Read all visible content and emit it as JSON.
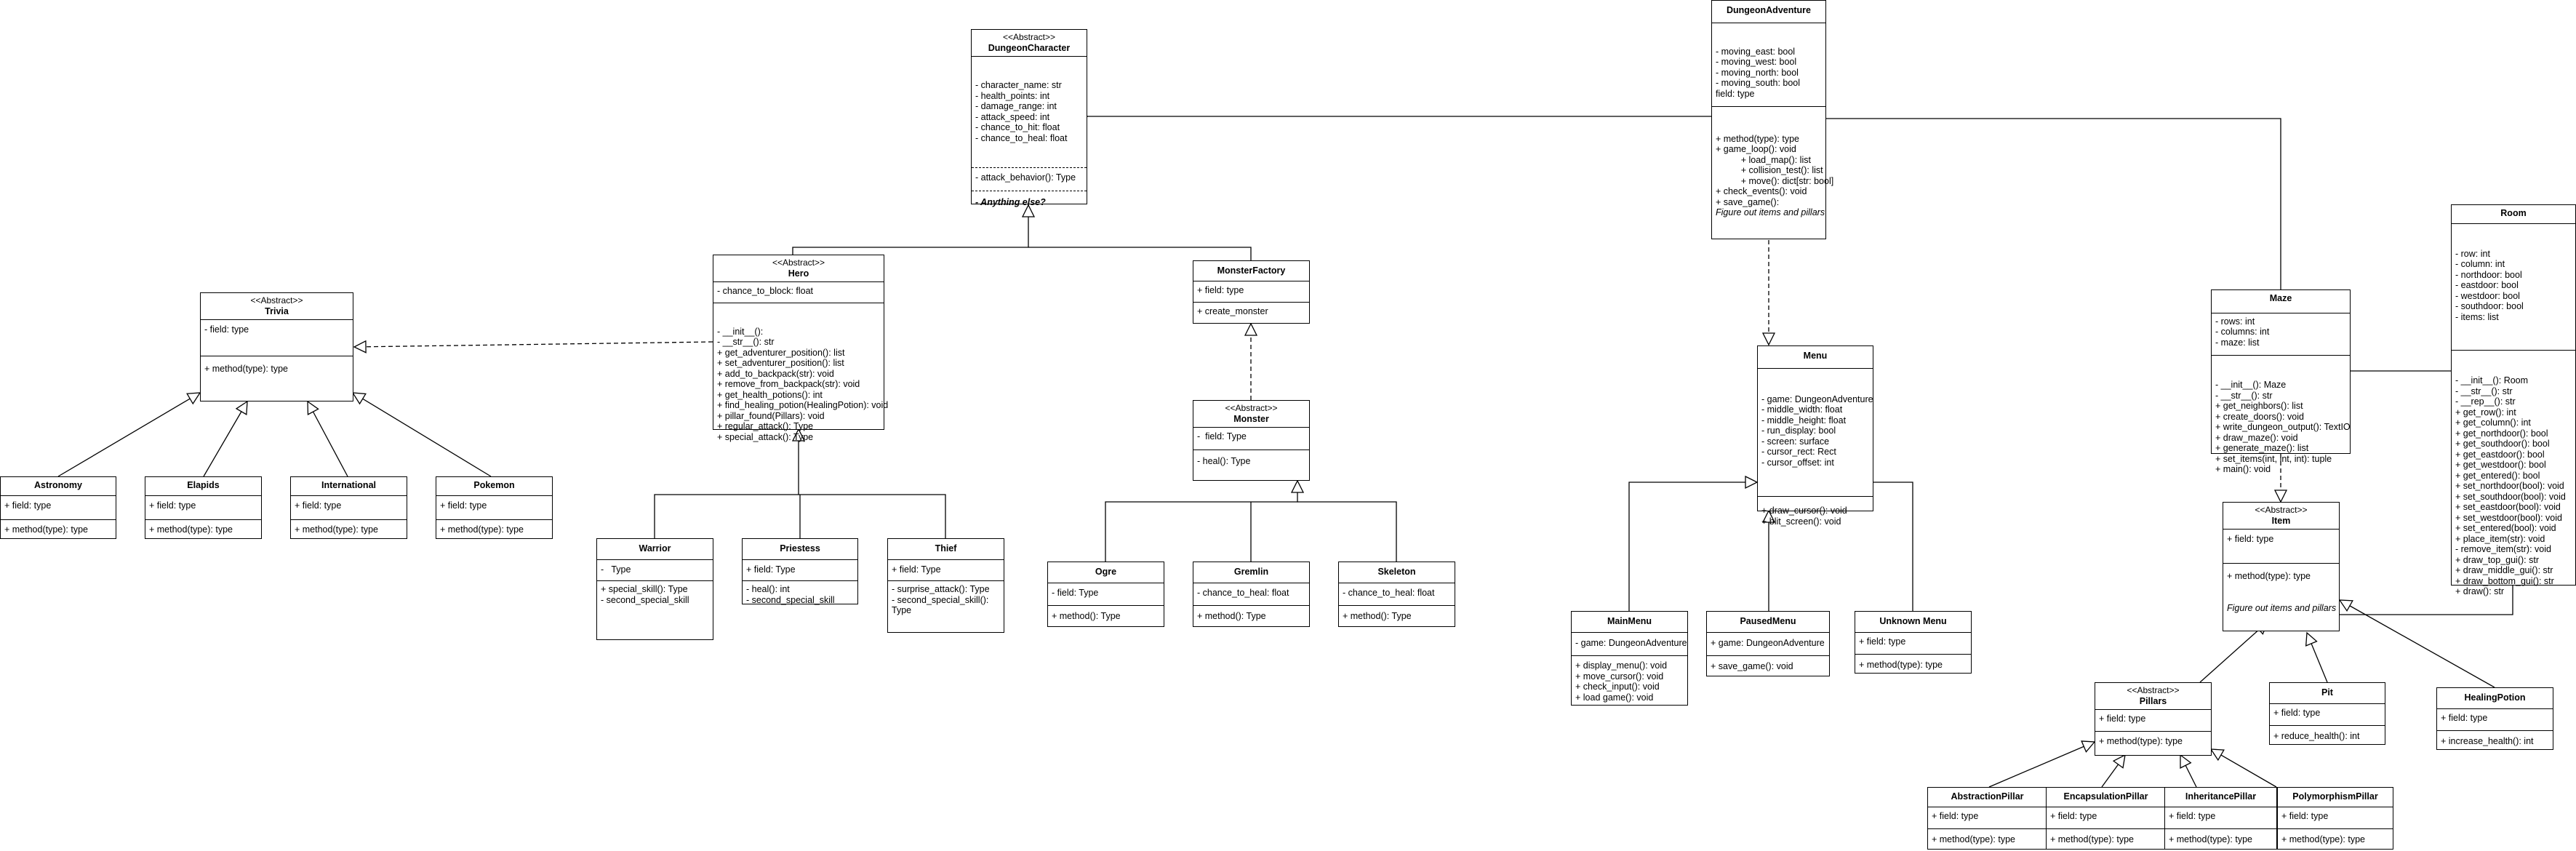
{
  "classes": {
    "dc": {
      "stereo": "<<Abstract>>",
      "name": "DungeonCharacter",
      "fields": [
        "- character_name: str",
        "- health_points: int",
        "- damage_range: int",
        "- attack_speed: int",
        "- chance_to_hit: float",
        "- chance_to_heal: float"
      ],
      "fields2": [
        "- attack_behavior(): Type"
      ],
      "notes": [
        "- Anything else?"
      ]
    },
    "adv": {
      "name": "DungeonAdventure",
      "fields": [
        "- moving_east: bool",
        "- moving_west: bool",
        "- moving_north: bool",
        "- moving_south: bool",
        "field: type"
      ],
      "methods": [
        "+ method(type): type",
        "+ game_loop(): void",
        "          + load_map(): list",
        "          + collision_test(): list",
        "          + move(): dict[str: bool]",
        "+ check_events(): void",
        "+ save_game():"
      ],
      "notes": [
        "Figure out items and pillars"
      ]
    },
    "trivia": {
      "stereo": "<<Abstract>>",
      "name": "Trivia",
      "fields": [
        "- field: type"
      ],
      "methods": [
        "+ method(type): type"
      ]
    },
    "hero": {
      "stereo": "<<Abstract>>",
      "name": "Hero",
      "fields": [
        "- chance_to_block: float"
      ],
      "methods": [
        "- __init__():",
        "- __str__(): str",
        "+ get_adventurer_position(): list",
        "+ set_adventurer_position(): list",
        "+ add_to_backpack(str): void",
        "+ remove_from_backpack(str): void",
        "+ get_health_potions(): int",
        "+ find_healing_potion(HealingPotion): void",
        "+ pillar_found(Pillars): void",
        "+ regular_attack(): Type",
        "+ special_attack(): Type"
      ]
    },
    "factory": {
      "name": "MonsterFactory",
      "fields": [
        "+ field: type"
      ],
      "methods": [
        "+ create_monster"
      ]
    },
    "monster": {
      "stereo": "<<Abstract>>",
      "name": "Monster",
      "fields": [
        "-  field: Type"
      ],
      "methods": [
        "- heal(): Type"
      ]
    },
    "menu": {
      "name": "Menu",
      "fields": [
        "- game: DungeonAdventure",
        "- middle_width: float",
        "- middle_height: float",
        "- run_display: bool",
        "- screen: surface",
        "- cursor_rect: Rect",
        "- cursor_offset: int"
      ],
      "methods": [
        "+ draw_cursor(): void",
        "+ blit_screen(): void"
      ]
    },
    "maze": {
      "name": "Maze",
      "fields": [
        "- rows: int",
        "- columns: int",
        "- maze: list"
      ],
      "methods": [
        "- __init__(): Maze",
        "- __str__(): str",
        "+ get_neighbors(): list",
        "+ create_doors(): void",
        "+ write_dungeon_output(): TextIO",
        "+ draw_maze(): void",
        "+ generate_maze(): list",
        "+ set_items(int, int, int): tuple",
        "+ main(): void"
      ]
    },
    "room": {
      "name": "Room",
      "fields": [
        "- row: int",
        "- column: int",
        "- northdoor: bool",
        "- eastdoor: bool",
        "- westdoor: bool",
        "- southdoor: bool",
        "- items: list"
      ],
      "methods": [
        "- __init__(): Room",
        "- __str__(): str",
        "- __rep__(): str",
        "+ get_row(): int",
        "+ get_column(): int",
        "+ get_northdoor(): bool",
        "+ get_southdoor(): bool",
        "+ get_eastdoor(): bool",
        "+ get_westdoor(): bool",
        "+ get_entered(): bool",
        "+ set_northdoor(bool): void",
        "+ set_southdoor(bool): void",
        "+ set_eastdoor(bool): void",
        "+ set_westdoor(bool): void",
        "+ set_entered(bool): void",
        "+ place_item(str): void",
        "- remove_item(str): void",
        "+ draw_top_gui(): str",
        "+ draw_middle_gui(): str",
        "+ draw_bottom_gui(): str",
        "+ draw(): str"
      ]
    },
    "astronomy": {
      "name": "Astronomy",
      "fields": [
        "+ field: type"
      ],
      "methods": [
        "+ method(type): type"
      ]
    },
    "elapids": {
      "name": "Elapids",
      "fields": [
        "+ field: type"
      ],
      "methods": [
        "+ method(type): type"
      ]
    },
    "international": {
      "name": "International",
      "fields": [
        "+ field: type"
      ],
      "methods": [
        "+ method(type): type"
      ]
    },
    "pokemon": {
      "name": "Pokemon",
      "fields": [
        "+ field: type"
      ],
      "methods": [
        "+ method(type): type"
      ]
    },
    "warrior": {
      "name": "Warrior",
      "fields": [
        "-   Type"
      ],
      "methods": [
        "+ special_skill(): Type",
        "- second_special_skill"
      ]
    },
    "priestess": {
      "name": "Priestess",
      "fields": [
        "+ field: Type"
      ],
      "methods": [
        "- heal(): int",
        "- second_special_skill"
      ]
    },
    "thief": {
      "name": "Thief",
      "fields": [
        "+ field: Type"
      ],
      "methods": [
        "- surprise_attack(): Type",
        "- second_special_skill():",
        "Type"
      ]
    },
    "ogre": {
      "name": "Ogre",
      "fields": [
        "- field: Type"
      ],
      "methods": [
        "+ method(): Type"
      ]
    },
    "gremlin": {
      "name": "Gremlin",
      "fields": [
        "- chance_to_heal: float"
      ],
      "methods": [
        "+ method(): Type"
      ]
    },
    "skeleton": {
      "name": "Skeleton",
      "fields": [
        "- chance_to_heal: float"
      ],
      "methods": [
        "+ method(): Type"
      ]
    },
    "item": {
      "stereo": "<<Abstract>>",
      "name": "Item",
      "fields": [
        "+ field: type"
      ],
      "methods": [
        "+ method(type): type"
      ],
      "notes": [
        "Figure out items and pillars"
      ]
    },
    "mainmenu": {
      "name": "MainMenu",
      "fields": [
        "- game: DungeonAdventure"
      ],
      "methods": [
        "+ display_menu(): void",
        "+ move_cursor(): void",
        "+ check_input(): void",
        "+ load game(): void"
      ]
    },
    "pausemenu": {
      "name": "PausedMenu",
      "fields": [
        "+ game: DungeonAdventure"
      ],
      "methods": [
        "+ save_game(): void"
      ]
    },
    "unknownmenu": {
      "name": "Unknown Menu",
      "fields": [
        "+ field: type"
      ],
      "methods": [
        "+ method(type): type"
      ]
    },
    "pillars": {
      "stereo": "<<Abstract>>",
      "name": "Pillars",
      "fields": [
        "+ field: type"
      ],
      "methods": [
        "+ method(type): type"
      ]
    },
    "pit": {
      "name": "Pit",
      "fields": [
        "+ field: type"
      ],
      "methods": [
        "+ reduce_health(): int"
      ]
    },
    "potion": {
      "name": "HealingPotion",
      "fields": [
        "+ field: type"
      ],
      "methods": [
        "+ increase_health(): int"
      ]
    },
    "abstraction": {
      "name": "AbstractionPillar",
      "fields": [
        "+ field: type"
      ],
      "methods": [
        "+ method(type): type"
      ]
    },
    "encapsulation": {
      "name": "EncapsulationPillar",
      "fields": [
        "+ field: type"
      ],
      "methods": [
        "+ method(type): type"
      ]
    },
    "inheritance": {
      "name": "InheritancePillar",
      "fields": [
        "+ field: type"
      ],
      "methods": [
        "+ method(type): type"
      ]
    },
    "polymorphism": {
      "name": "PolymorphismPillar",
      "fields": [
        "+ field: type"
      ],
      "methods": [
        "+ method(type): type"
      ]
    }
  },
  "colors": {
    "line": "#000000",
    "fill": "#ffffff"
  }
}
